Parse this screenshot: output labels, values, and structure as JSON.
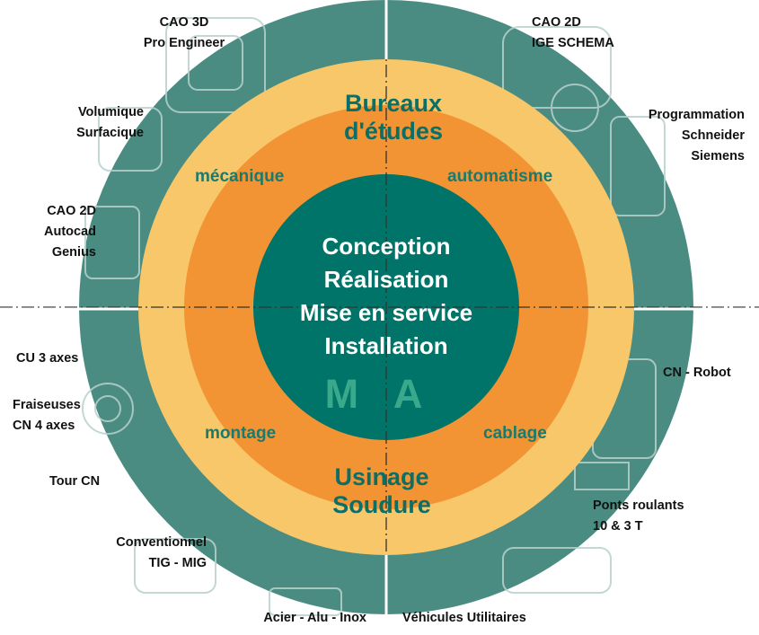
{
  "center": {
    "lines": [
      "Conception",
      "Réalisation",
      "Mise en service",
      "Installation"
    ],
    "logo": "M A"
  },
  "ring": {
    "top_title": [
      "Bureaux",
      "d'études"
    ],
    "bottom_title": [
      "Usinage",
      "Soudure"
    ],
    "upper_left": "mécanique",
    "upper_right": "automatisme",
    "lower_left": "montage",
    "lower_right": "cablage"
  },
  "outer_labels": {
    "cao3d": [
      "CAO 3D",
      "Pro Engineer"
    ],
    "cao2d_ige": [
      "CAO 2D",
      "IGE SCHEMA"
    ],
    "volumique": [
      "Volumique",
      "Surfacique"
    ],
    "programmation": [
      "Programmation",
      "Schneider",
      "Siemens"
    ],
    "cao2d_autocad": [
      "CAO 2D",
      "Autocad",
      "Genius"
    ],
    "cu3": [
      "CU 3 axes"
    ],
    "fraiseuses": [
      "Fraiseuses",
      "CN 4 axes"
    ],
    "cn_robot": [
      "CN - Robot"
    ],
    "tour": [
      "Tour CN"
    ],
    "ponts": [
      "Ponts roulants",
      "10 & 3 T"
    ],
    "conventionnel": [
      "Conventionnel",
      "TIG - MIG"
    ],
    "acier": [
      "Acier - Alu - Inox"
    ],
    "vehicules": [
      "Véhicules Utilitaires"
    ]
  },
  "colors": {
    "outer_ring": "#4a8c82",
    "light_ring": "#f8c76a",
    "orange_ring": "#f39434",
    "center": "#007468",
    "title_text": "#0b6f66",
    "ma_text": "#3aa98b"
  }
}
